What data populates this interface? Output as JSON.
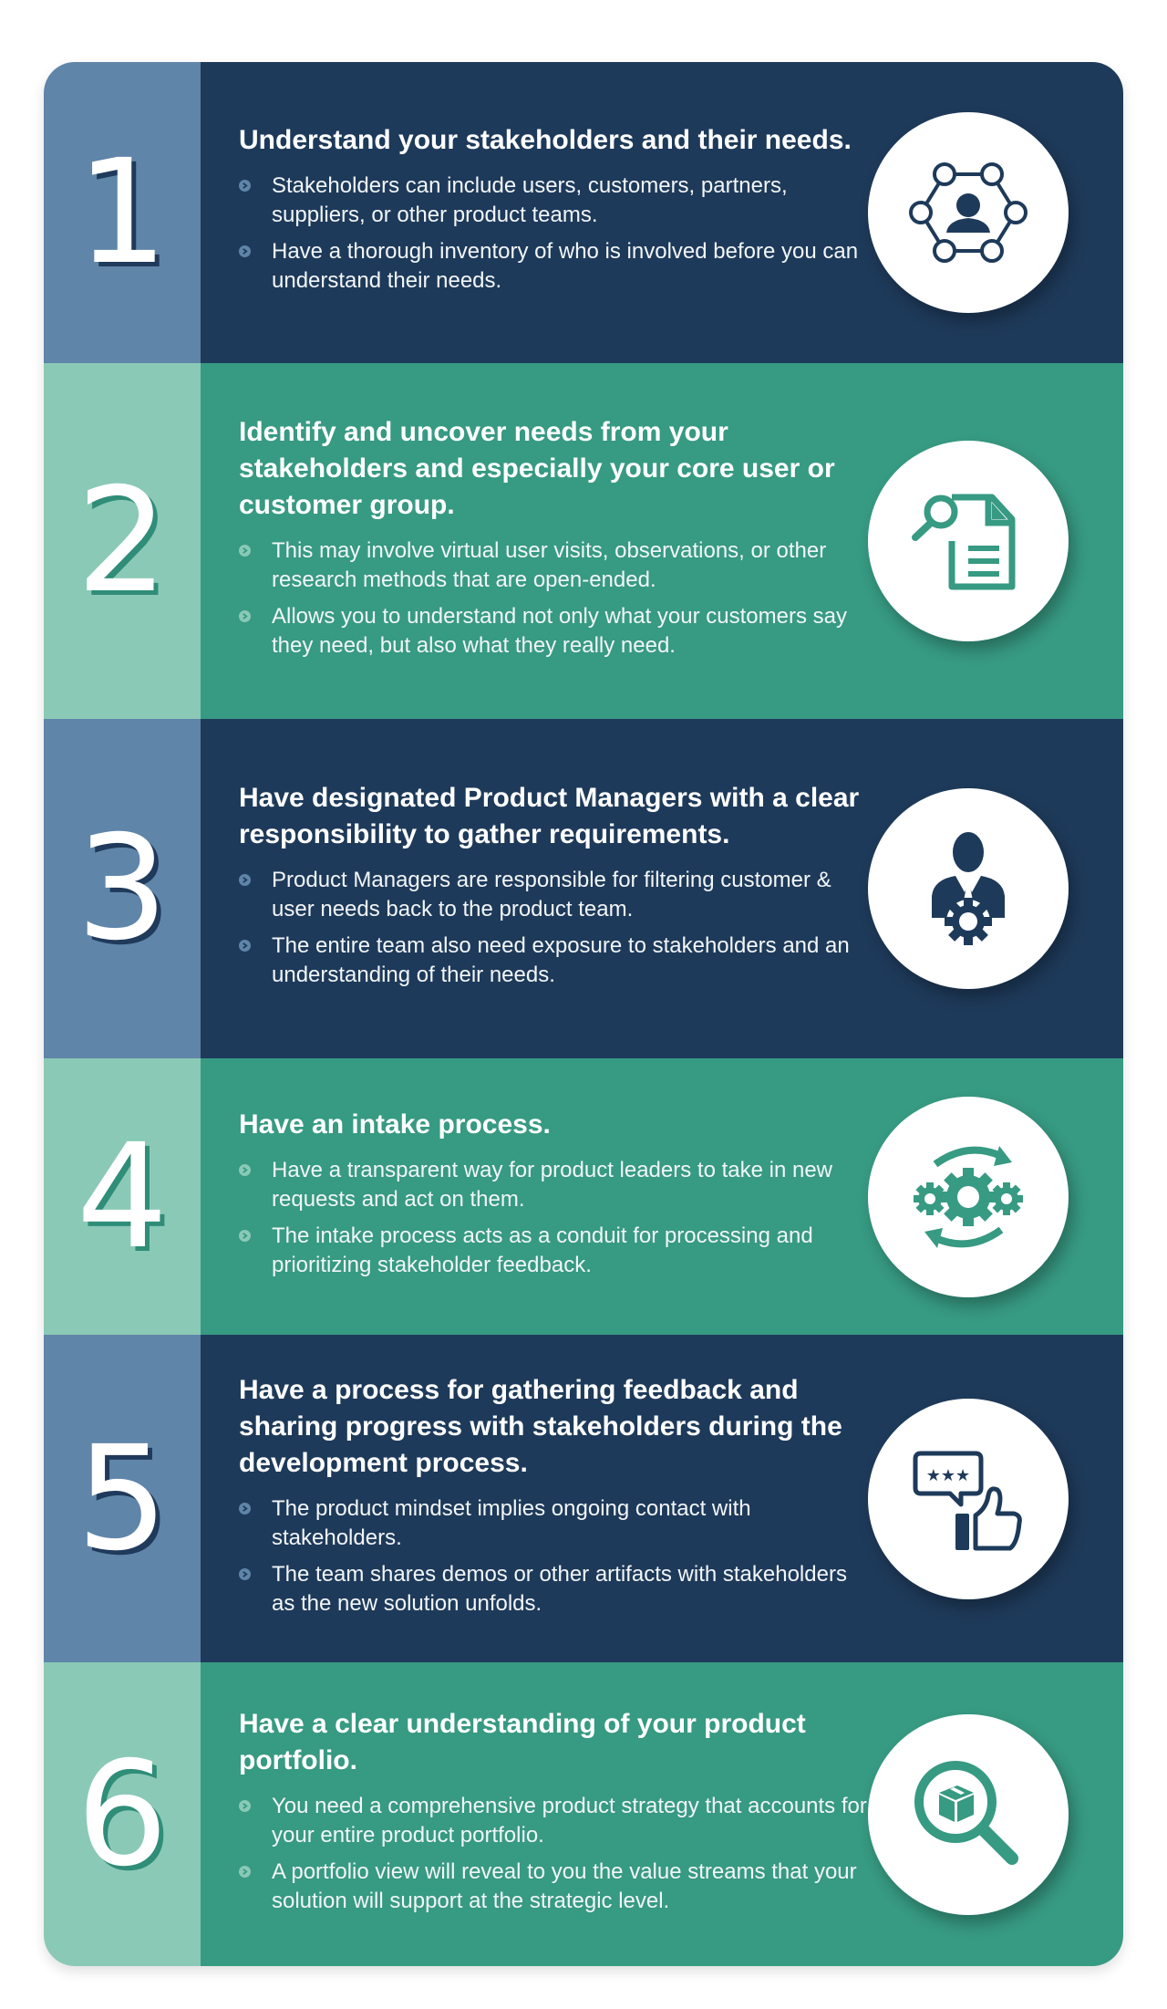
{
  "colors": {
    "dark_panel": "#1e3a5a",
    "dark_number_col": "#5f85a9",
    "teal_panel": "#379a82",
    "teal_number_col": "#8ac9b6",
    "text": "#ffffff"
  },
  "steps": [
    {
      "number": "1",
      "theme": "dark",
      "title": "Understand your stakeholders and their needs.",
      "bullets": [
        "Stakeholders can include users, customers, partners, suppliers, or other product teams.",
        "Have a thorough inventory of who is involved before you can understand their needs."
      ],
      "icon": "stakeholder-network-icon"
    },
    {
      "number": "2",
      "theme": "teal",
      "title": "Identify and uncover needs from your stakeholders and especially your core user or customer group.",
      "bullets": [
        "This may involve virtual user visits, observations, or other research methods that are open-ended.",
        "Allows you to understand not only what your customers say they need, but also what they really need."
      ],
      "icon": "document-search-icon"
    },
    {
      "number": "3",
      "theme": "dark",
      "title": "Have designated Product Managers with a clear responsibility to gather requirements.",
      "bullets": [
        "Product Managers are responsible for filtering customer & user needs back to the product team.",
        "The entire team also need exposure to stakeholders and an understanding of their needs."
      ],
      "icon": "manager-gear-icon"
    },
    {
      "number": "4",
      "theme": "teal",
      "title": "Have an intake process.",
      "bullets": [
        "Have a transparent way for product leaders to take in new requests and act on them.",
        "The intake process acts as a conduit for processing and prioritizing stakeholder feedback."
      ],
      "icon": "gears-cycle-icon"
    },
    {
      "number": "5",
      "theme": "dark",
      "title": "Have a process for gathering feedback and sharing progress with stakeholders during the development process.",
      "bullets": [
        "The product mindset implies ongoing contact with stakeholders.",
        "The team shares demos or other artifacts with stakeholders as the new solution unfolds."
      ],
      "icon": "feedback-thumbs-up-icon"
    },
    {
      "number": "6",
      "theme": "teal",
      "title": "Have a clear understanding of your product portfolio.",
      "bullets": [
        "You need a comprehensive product strategy that accounts for your entire product portfolio.",
        "A portfolio view will reveal to you the value streams that your solution will support at the strategic level."
      ],
      "icon": "product-search-icon"
    }
  ]
}
